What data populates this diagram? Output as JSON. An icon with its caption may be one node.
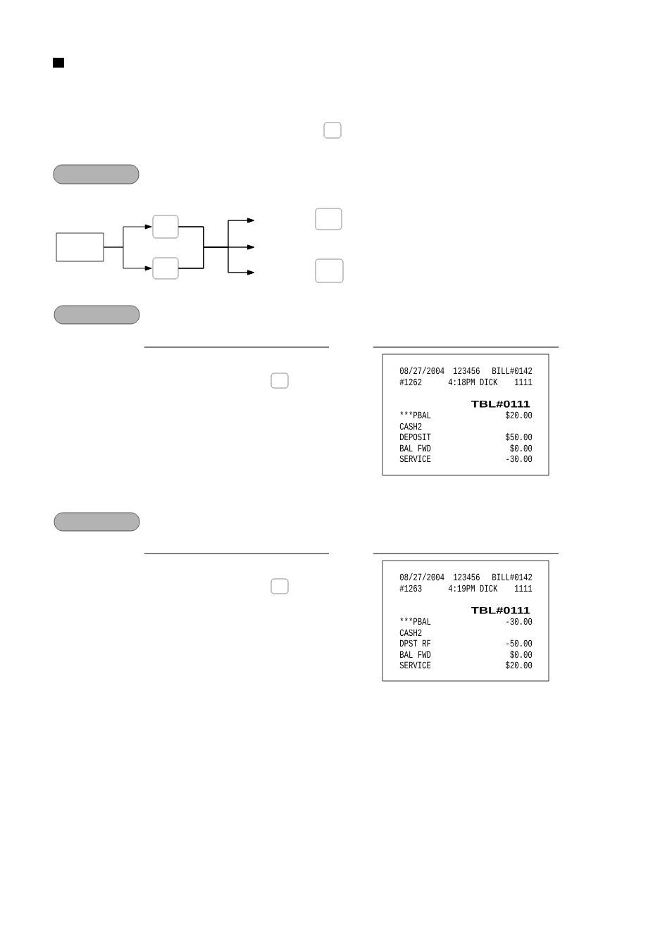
{
  "diagram": {
    "nodes": [
      {
        "text": [],
        "shape": "box"
      },
      {
        "text": [],
        "shape": "box"
      },
      {
        "text": [],
        "shape": "box"
      },
      {
        "text": [],
        "shape": "box"
      },
      {
        "text": [],
        "shape": "box"
      },
      {
        "text": [],
        "shape": "box"
      },
      {
        "text": [],
        "shape": "box"
      },
      {
        "text": [],
        "shape": "box"
      },
      {
        "text": [],
        "shape": "box"
      },
      {
        "text": [
          "08/27/2004",
          "123456",
          "BILL#0142",
          "#1262",
          "4:18PM DICK",
          "1111",
          "TBL#0111",
          "***PBAL",
          "$20.00",
          "CASH2",
          "DEPOSIT",
          "$50.00",
          "BAL FWD",
          "$0.00",
          "SERVICE",
          "-30.00"
        ]
      },
      {
        "text": [],
        "shape": "box"
      },
      {
        "text": [],
        "shape": "box"
      },
      {
        "text": [
          "08/27/2004",
          "123456",
          "BILL#0142",
          "#1263",
          "4:19PM DICK",
          "1111",
          "TBL#0111",
          "***PBAL",
          "-30.00",
          "CASH2",
          "DPST RF",
          "-50.00",
          "BAL FWD",
          "$0.00",
          "SERVICE",
          "$20.00"
        ]
      }
    ],
    "edges": [
      {
        "from": 2,
        "to": 3,
        "arrow": "to"
      },
      {
        "from": 2,
        "to": 4,
        "arrow": "to"
      },
      {
        "from": 3,
        "to": null,
        "arrow": "to"
      },
      {
        "from": 3,
        "to": null,
        "arrow": "to"
      },
      {
        "from": 3,
        "to": null,
        "arrow": "to"
      },
      {
        "from": 4,
        "to": null,
        "arrow": "to"
      },
      {
        "from": 4,
        "to": null,
        "arrow": "to"
      },
      {
        "from": 4,
        "to": null,
        "arrow": "to"
      }
    ]
  }
}
